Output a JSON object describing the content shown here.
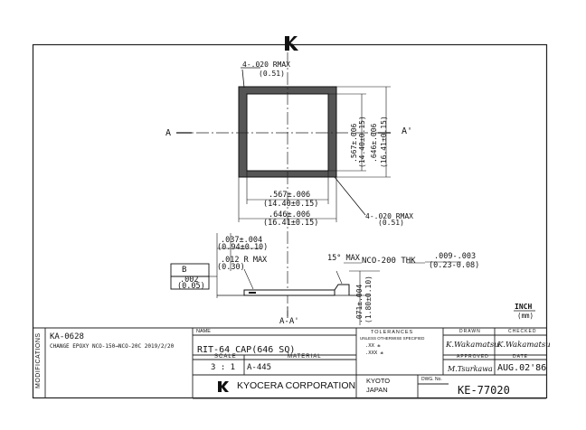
{
  "drawing": {
    "section_label_left": "A",
    "section_label_right": "A'",
    "section_label_bottom": "A-A'",
    "corner_radius_top": "4-.020 RMAX",
    "corner_radius_top_metric": "(0.51)",
    "corner_radius_bottom": "4-.020 RMAX",
    "corner_radius_bottom_metric": "(0.51)",
    "inner_width": ".567±.006",
    "inner_width_metric": "(14.40±0.15)",
    "outer_width": ".646±.006",
    "outer_width_metric": "(16.41±0.15)",
    "inner_height": ".567±.006",
    "inner_height_metric": "(14.40±0.15)",
    "outer_height": ".646±.006",
    "outer_height_metric": "(16.41±0.15)",
    "lip_dim": ".037±.004",
    "lip_dim_metric": "(0.94±0.10)",
    "radius_small": ".012 R MAX",
    "radius_small_metric": "(0.30)",
    "angle_note": "15° MAX",
    "material_note": "NCO-200 THK",
    "thickness": ".009-.003",
    "thickness_metric": "(0.23-0.08)",
    "flatness_symbol": "B",
    "flatness_value": ".002",
    "flatness_metric": "(0.05)",
    "height_dim": ".071±.004",
    "height_dim_metric": "(1.80±0.10)",
    "units_label": "INCH",
    "units_metric": "(mm)"
  },
  "title_block": {
    "modifications_label": "MODIFICATIONS",
    "revision_id": "KA-0628",
    "revision_note": "CHANGE EPOXY NCO-150→NCO-20C 2019/2/20",
    "name_label": "NAME",
    "part_name": "RIT-64 CAP(646 SQ)",
    "scale_label": "SCALE",
    "material_label": "MATERIAL",
    "scale_value": "3 : 1",
    "material_value": "A-445",
    "tolerances_label": "TOLERANCES",
    "tolerances_note": "UNLESS OTHERWISE SPECIFIED",
    "tol_line1": ".XX ±",
    "tol_line2": ".XXX ±",
    "drawn_label": "DRAWN",
    "checked_label": "CHECKED",
    "drawn_by": "K.Wakamatsu",
    "checked_by": "K.Wakamatsu",
    "approved_label": "APPROVED",
    "date_label": "DATE",
    "approved_by": "M.Tsurkawa",
    "date_value": "AUG.02'86",
    "company_name": "KYOCERA CORPORATION",
    "location_line1": "KYOTO",
    "location_line2": "JAPAN",
    "dwg_no_label": "DWG. No.",
    "dwg_no": "KE-77020"
  }
}
